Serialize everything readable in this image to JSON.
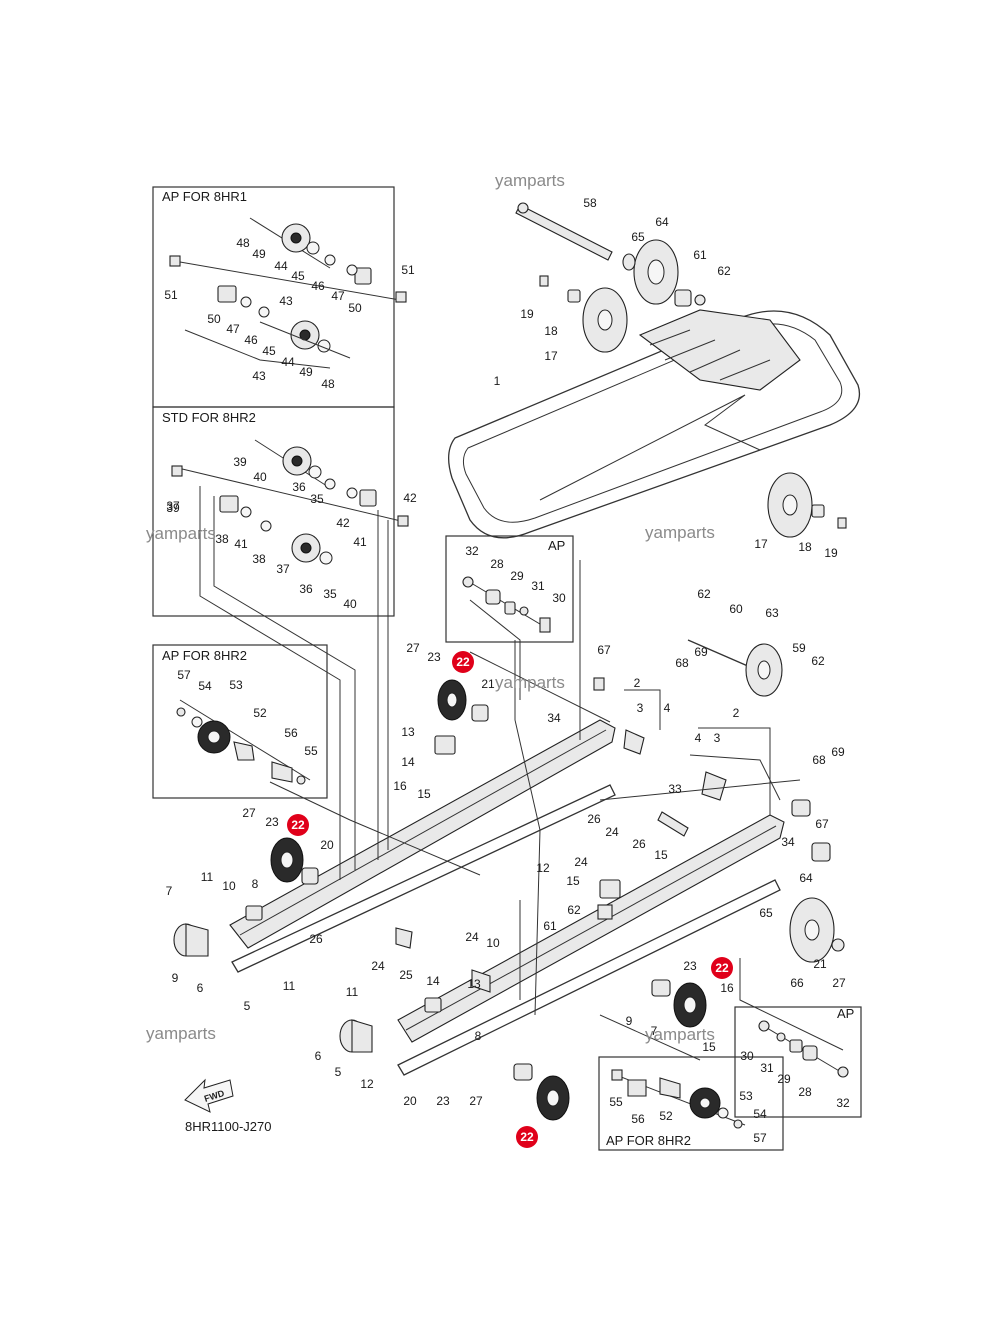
{
  "boxes": {
    "ap_8hr1": "AP FOR 8HR1",
    "std_8hr2": "STD FOR 8HR2",
    "ap_8hr2_left": "AP FOR 8HR2",
    "ap_mid": "AP",
    "ap_right": "AP",
    "ap_8hr2_bottom": "AP FOR 8HR2"
  },
  "watermark": "yamparts",
  "diagram_code": "8HR1100-J270",
  "fwd_label": "FWD",
  "highlight_color": "#e0001a",
  "highlighted_part": "22",
  "labels": {
    "b1": [
      "48",
      "49",
      "44",
      "45",
      "46",
      "51",
      "47",
      "50",
      "51",
      "43",
      "50",
      "47",
      "46",
      "45",
      "44",
      "49",
      "48",
      "43"
    ],
    "b2": [
      "39",
      "40",
      "36",
      "35",
      "37",
      "42",
      "42",
      "38",
      "41",
      "41",
      "38",
      "37",
      "36",
      "35",
      "40",
      "39"
    ],
    "b3": [
      "57",
      "54",
      "53",
      "52",
      "56",
      "55"
    ],
    "b4": [
      "32",
      "28",
      "29",
      "31",
      "30"
    ],
    "b5": [
      "30",
      "31",
      "29",
      "28",
      "32"
    ],
    "b6": [
      "55",
      "56",
      "52",
      "53",
      "54",
      "57"
    ],
    "top": [
      "58",
      "64",
      "65",
      "61",
      "62",
      "19",
      "18",
      "17",
      "1",
      "17",
      "18",
      "19"
    ],
    "main": [
      "27",
      "23",
      "21",
      "13",
      "14",
      "16",
      "15",
      "34",
      "62",
      "60",
      "63",
      "67",
      "68",
      "69",
      "59",
      "62",
      "2",
      "3",
      "4",
      "4",
      "3",
      "2",
      "68",
      "69",
      "33",
      "67",
      "27",
      "23",
      "20",
      "26",
      "24",
      "24",
      "26",
      "15",
      "12",
      "11",
      "10",
      "8",
      "7",
      "9",
      "6",
      "5",
      "11",
      "26",
      "24",
      "25",
      "24",
      "10",
      "13",
      "14",
      "15",
      "62",
      "61",
      "34",
      "64",
      "65",
      "66",
      "21",
      "27",
      "23",
      "16",
      "15",
      "11",
      "9",
      "7",
      "8",
      "6",
      "5",
      "12",
      "20",
      "23",
      "27"
    ],
    "highlighted": [
      "22",
      "22",
      "22",
      "22"
    ]
  }
}
